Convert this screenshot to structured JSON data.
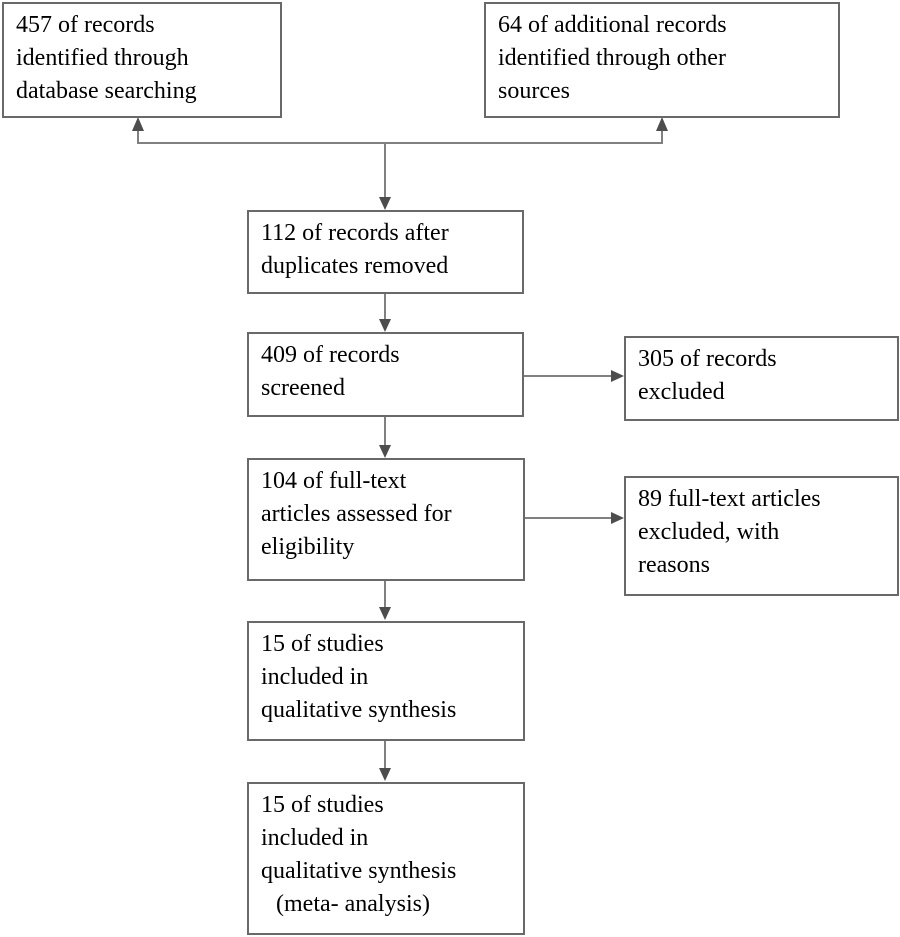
{
  "colors": {
    "background": "#ffffff",
    "text": "#000000",
    "box_border": "#696969",
    "connector_line": "#808080",
    "arrowhead": "#4d4d4d"
  },
  "boxes": {
    "records_identified": {
      "lines": [
        "457 of records",
        "identified through",
        "database searching"
      ]
    },
    "additional_records": {
      "lines": [
        "64 of additional records",
        "identified through other",
        "sources"
      ]
    },
    "after_duplicates": {
      "lines": [
        "112 of records after",
        "duplicates removed"
      ]
    },
    "records_screened": {
      "lines": [
        "409 of records",
        "screened"
      ]
    },
    "records_excluded": {
      "lines": [
        "305 of records",
        "excluded"
      ]
    },
    "fulltext_assessed": {
      "lines": [
        "104 of full-text",
        "articles assessed for",
        "eligibility"
      ]
    },
    "fulltext_excluded": {
      "lines": [
        "89 full-text articles",
        "excluded, with",
        "reasons"
      ]
    },
    "qualitative_synthesis": {
      "lines": [
        "15 of studies",
        "included in",
        "qualitative synthesis"
      ]
    },
    "meta_analysis": {
      "lines": [
        "15 of studies",
        "included in",
        "qualitative synthesis",
        "(meta- analysis)"
      ]
    }
  }
}
